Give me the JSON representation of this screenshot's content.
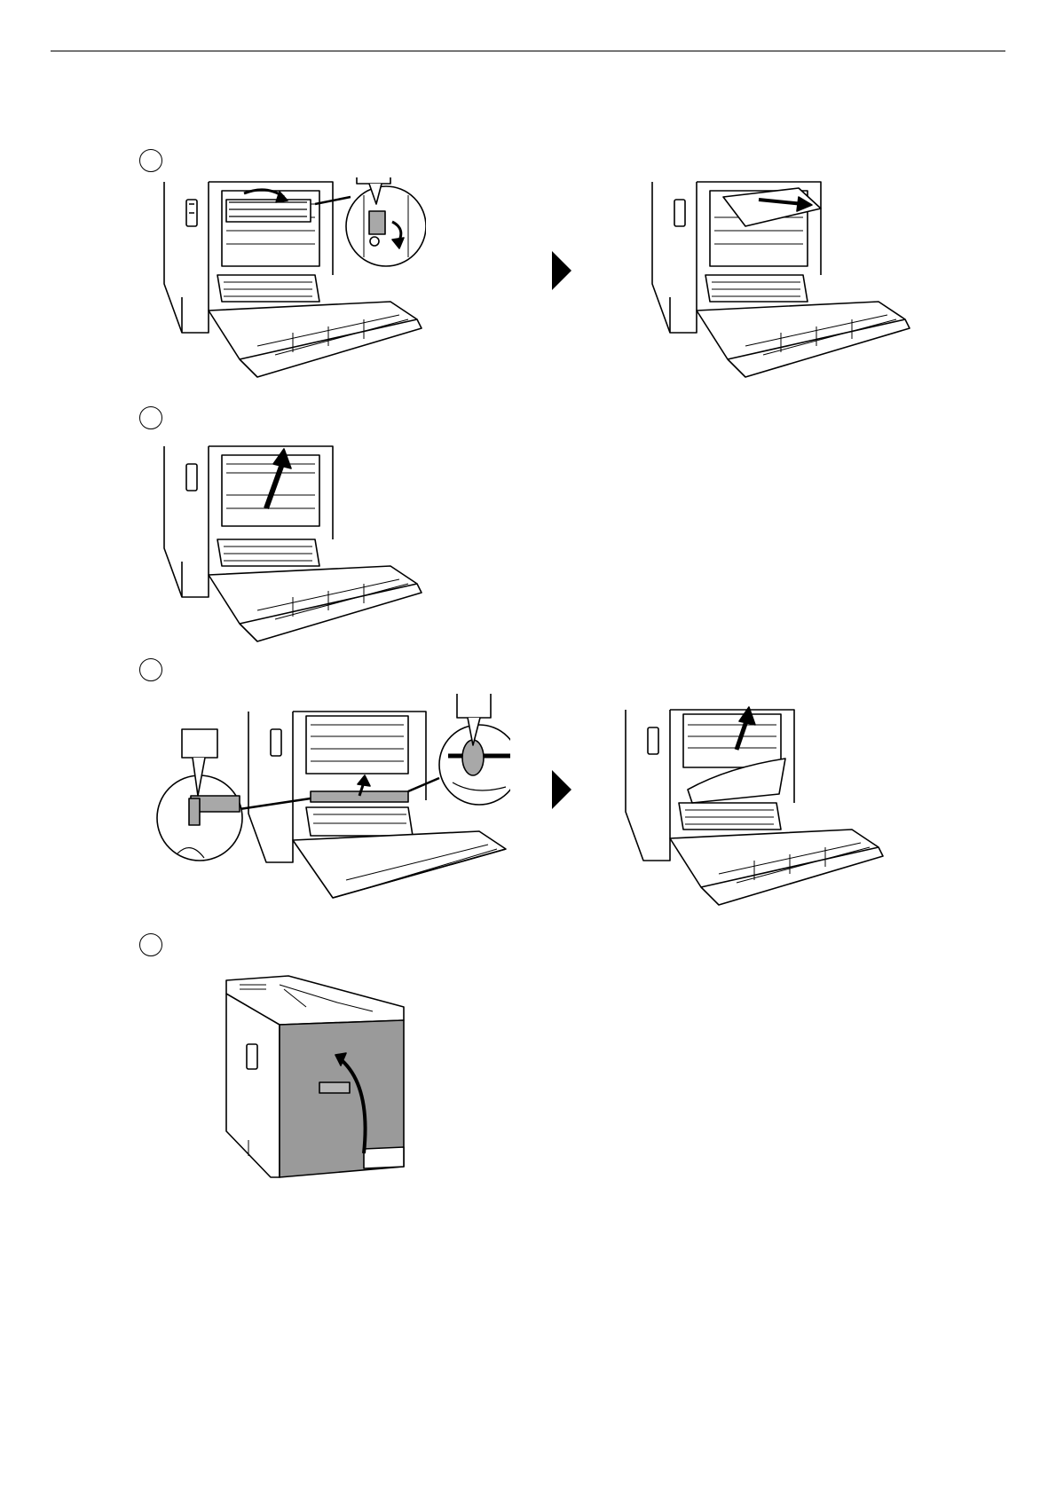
{
  "steps": [
    {
      "number": "",
      "illustrations": [
        "release-fuser-lever",
        "remove-jammed-paper-fuser"
      ]
    },
    {
      "number": "",
      "illustrations": [
        "close-fuser-cover"
      ]
    },
    {
      "number": "",
      "illustrations": [
        "release-duplex-lever",
        "remove-jammed-paper-duplex"
      ]
    },
    {
      "number": "",
      "illustrations": [
        "close-rear-cover"
      ]
    }
  ],
  "callouts": {
    "fuser_lever": "",
    "duplex_left_lever": "",
    "duplex_right_lever": ""
  },
  "colors": {
    "line": "#000000",
    "highlight_gray": "#a8a8a8",
    "cover_gray": "#9a9a9a",
    "paper": "#ffffff"
  },
  "icons": [
    "next-step-arrow-icon",
    "rotate-arrow-icon",
    "push-arrow-icon"
  ]
}
